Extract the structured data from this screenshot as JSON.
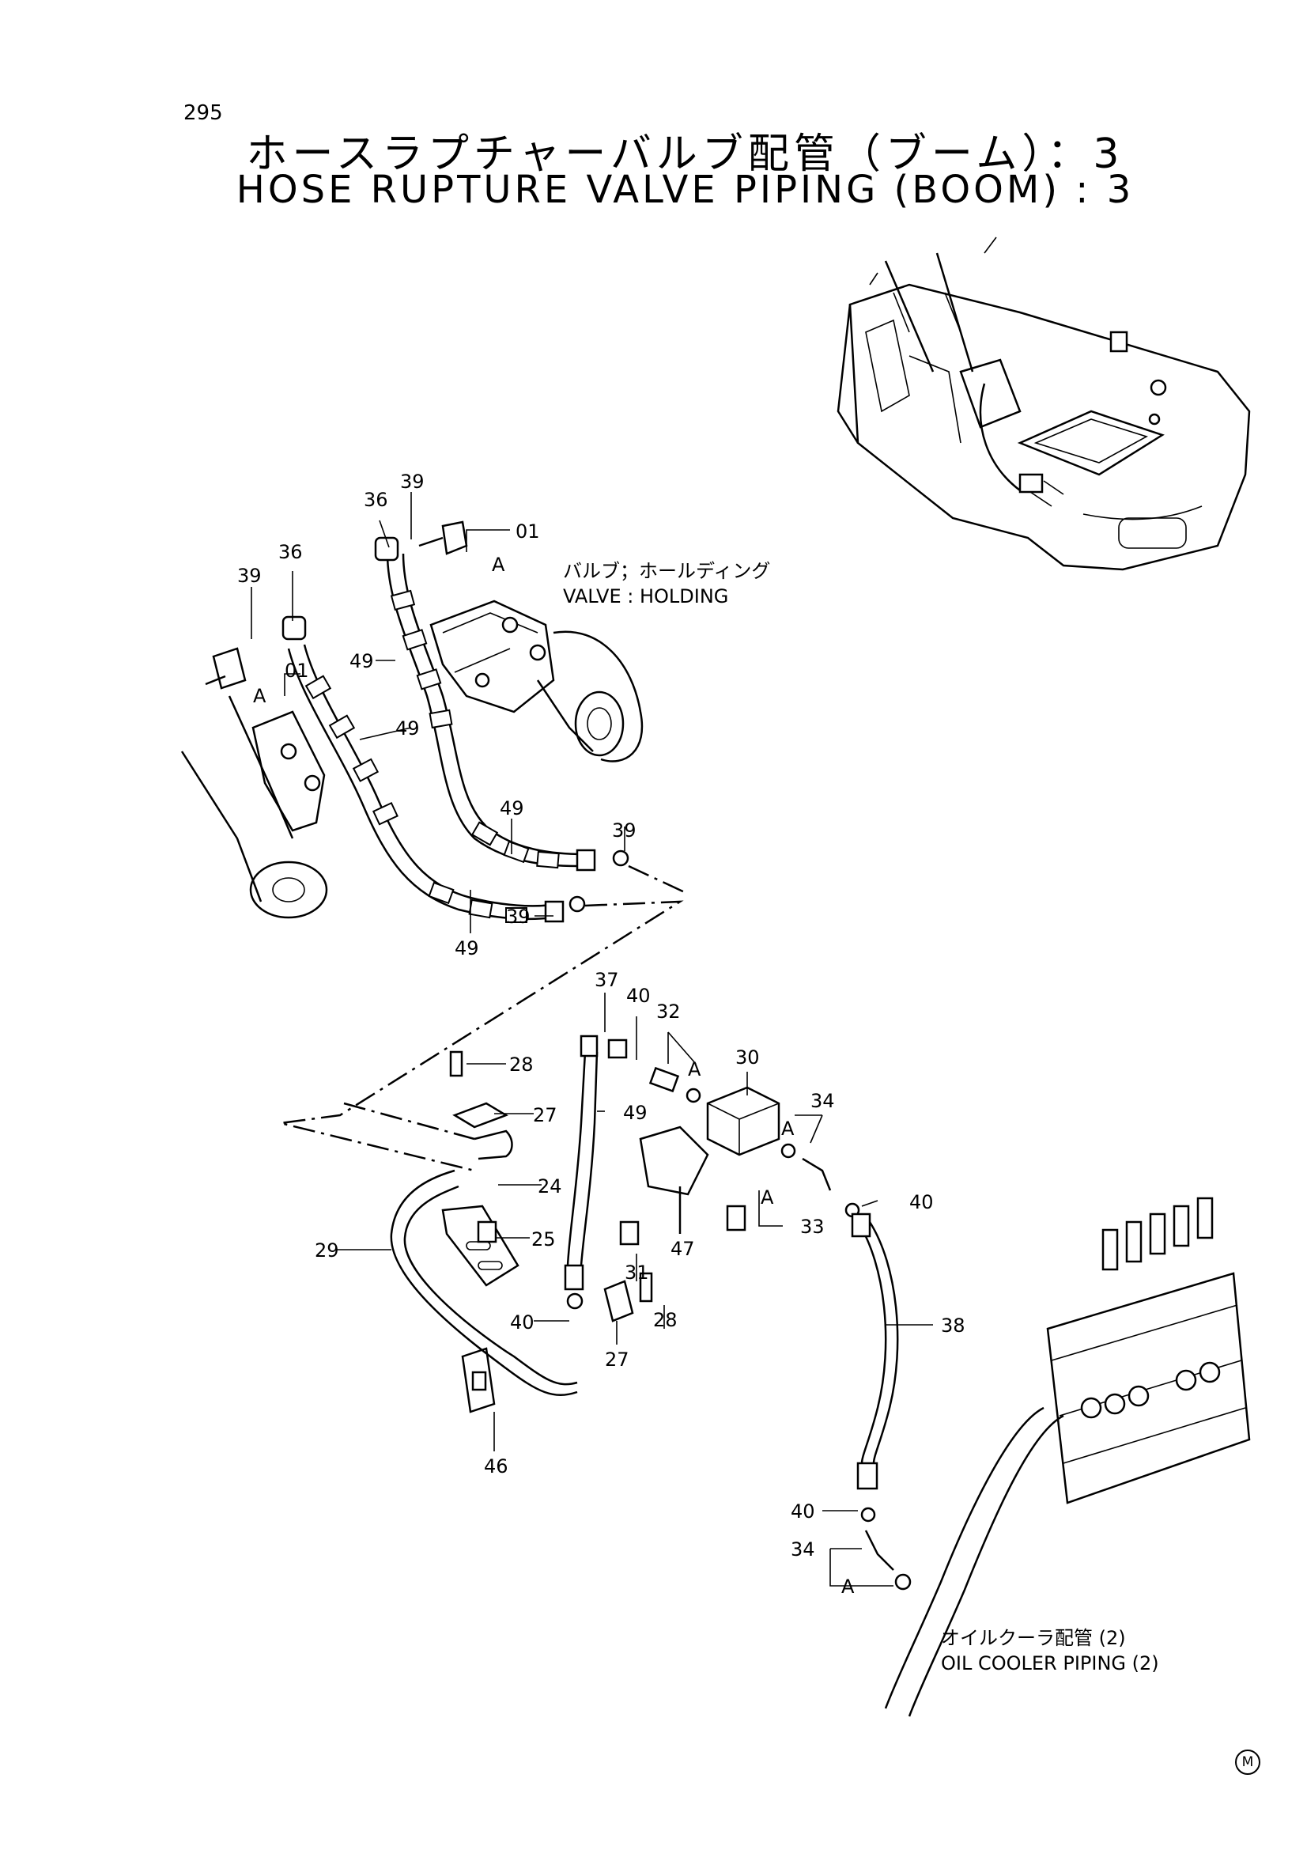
{
  "page_number": "295",
  "title_ja": "ホースラプチャーバルブ配管（ブーム）：3",
  "title_en": "HOSE RUPTURE VALVE PIPING (BOOM) : 3",
  "notes": {
    "valve_holding_ja": "バルブ；ホールディング",
    "valve_holding_en": "VALVE : HOLDING",
    "oil_cooler_ja": "オイルクーラ配管 (2)",
    "oil_cooler_en": "OIL COOLER PIPING (2)"
  },
  "callouts": {
    "p39_top": "39",
    "p36_top": "36",
    "p01_top": "01",
    "pA_top": "A",
    "p36_left": "36",
    "p39_left": "39",
    "p01_left": "01",
    "pA_left": "A",
    "p49_a": "49",
    "p49_b": "49",
    "p49_c": "49",
    "p49_d": "49",
    "p39_mid": "39",
    "p39_low": "39",
    "p37": "37",
    "p40_a": "40",
    "p32": "32",
    "pA_32": "A",
    "p30": "30",
    "p34_a": "34",
    "pA_34": "A",
    "p40_b": "40",
    "p28_a": "28",
    "p27_a": "27",
    "p49_e": "49",
    "p24": "24",
    "p29": "29",
    "p25": "25",
    "pA_33": "A",
    "p33": "33",
    "p47": "47",
    "p31": "31",
    "p40_c": "40",
    "p28_b": "28",
    "p27_b": "27",
    "p46": "46",
    "p38": "38",
    "p40_d": "40",
    "p34_b": "34",
    "pA_34b": "A"
  },
  "maker_mark": "M"
}
